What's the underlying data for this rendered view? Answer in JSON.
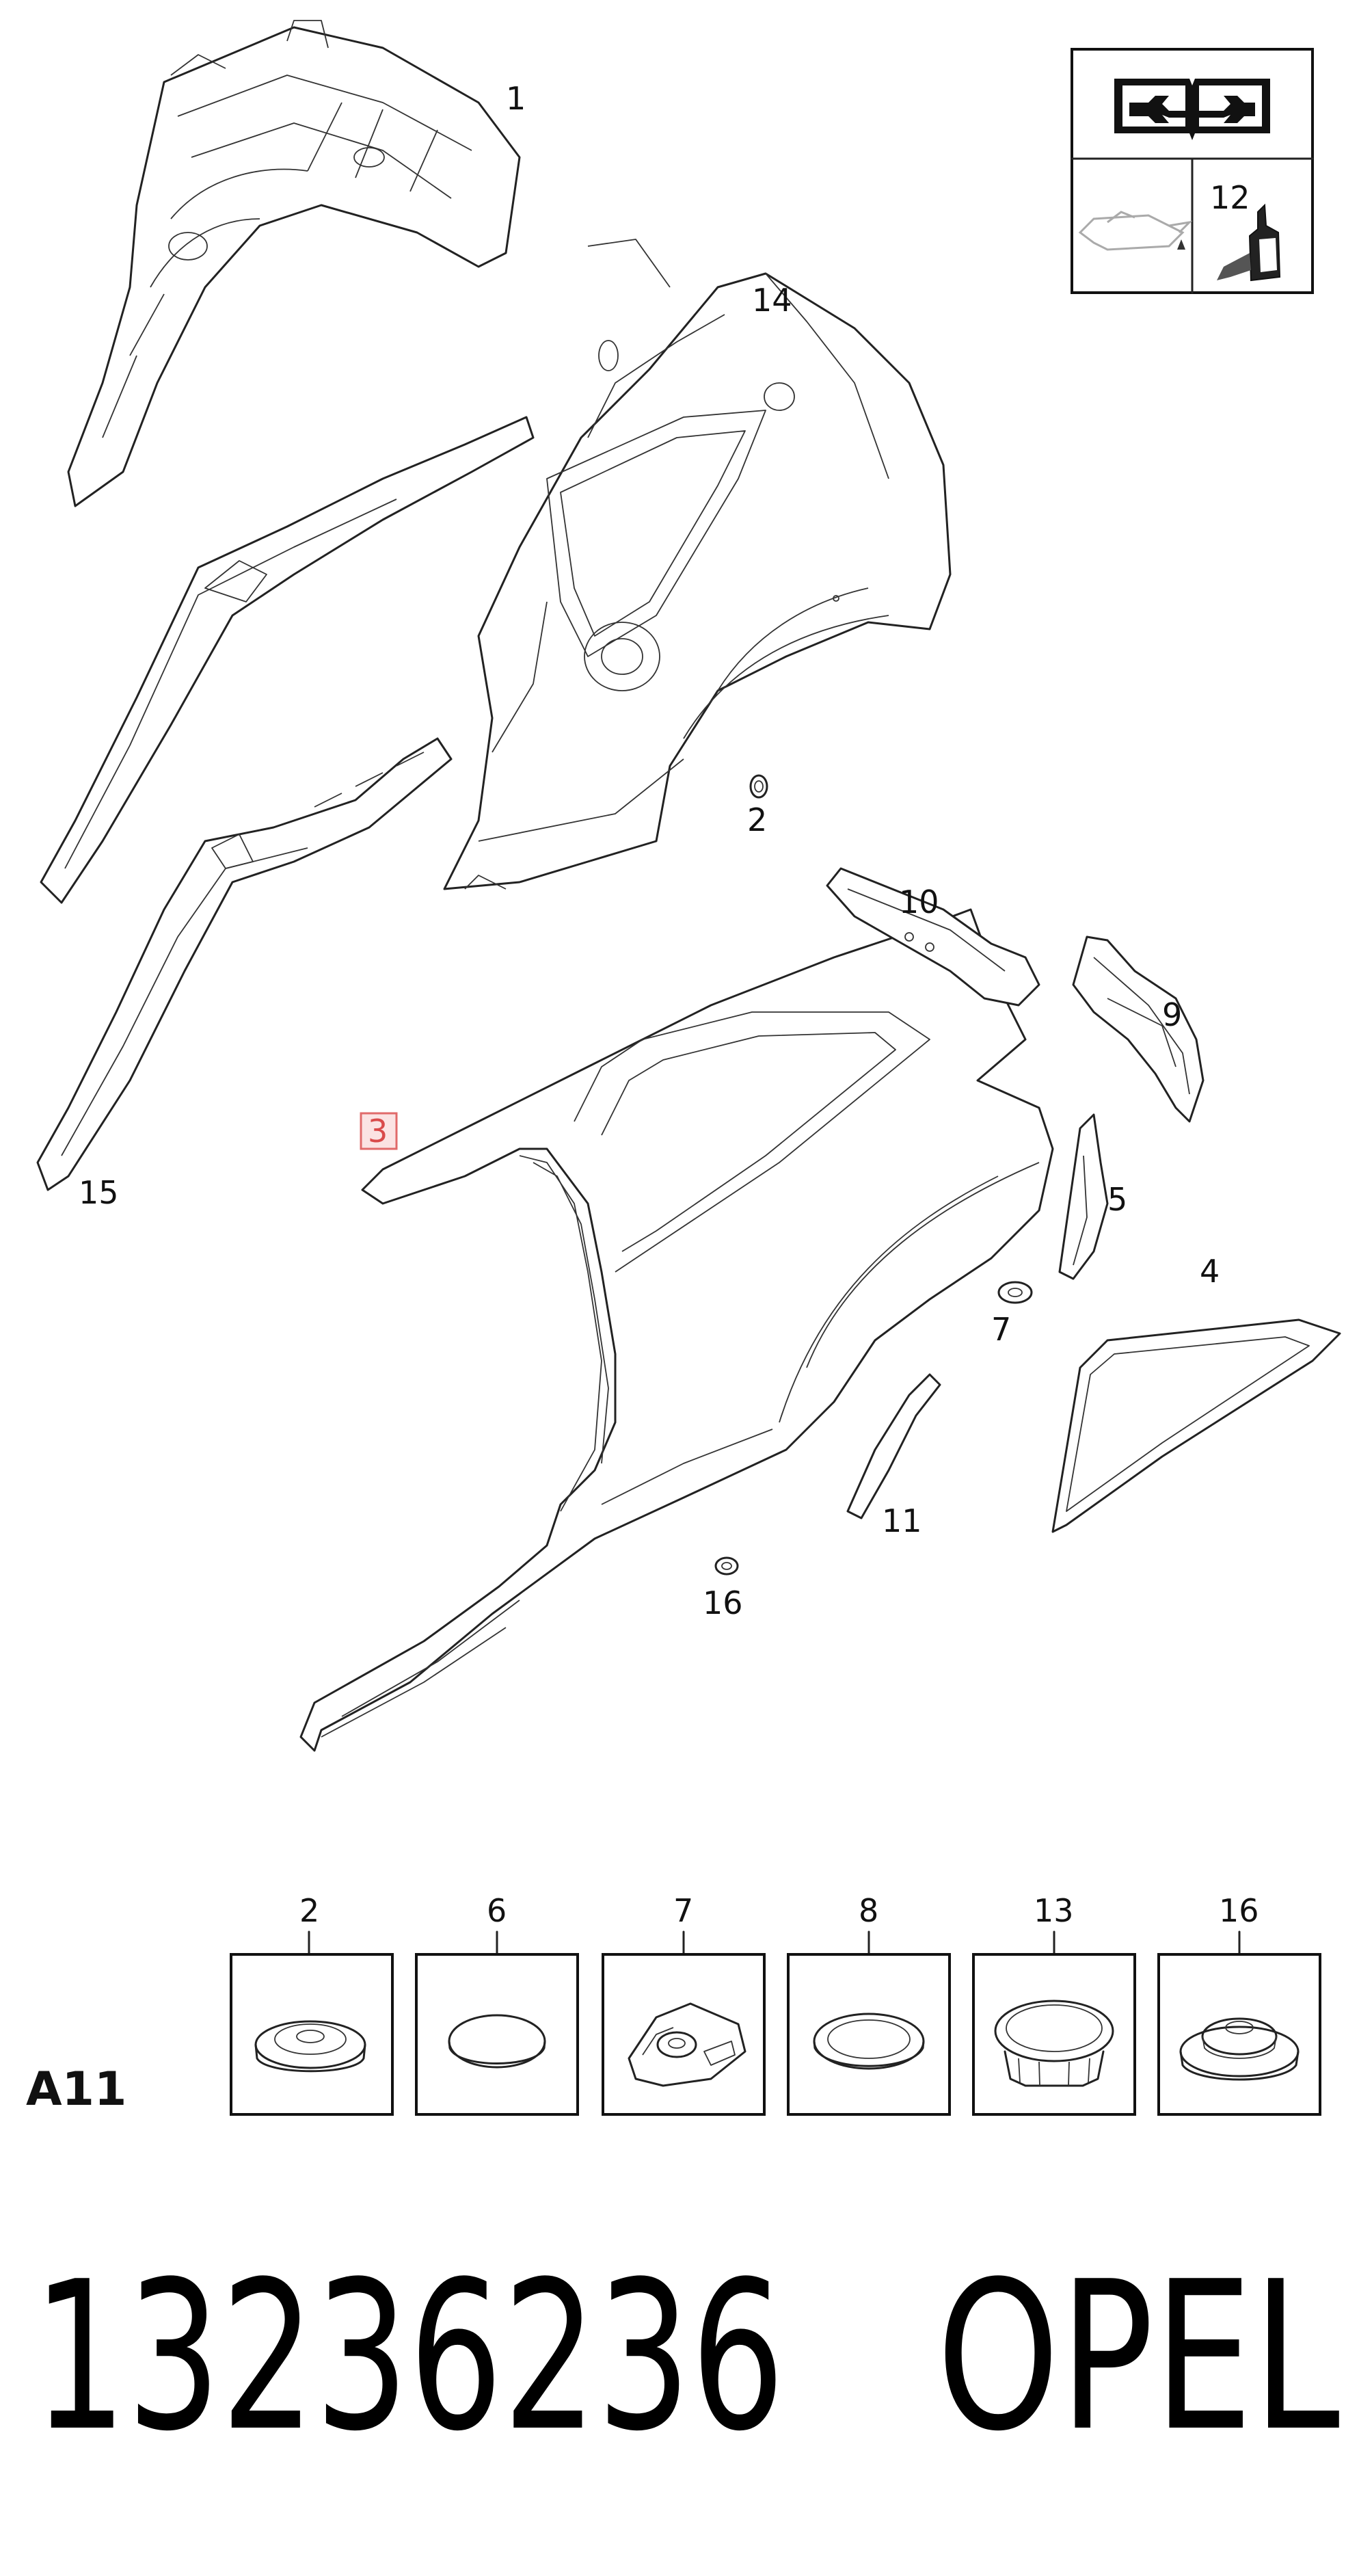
{
  "diagram_code": "A11",
  "part_number": "13236236",
  "brand": "OPEL",
  "highlighted_callout": "3",
  "callouts": {
    "c1": "1",
    "c2": "2",
    "c3": "3",
    "c4": "4",
    "c5": "5",
    "c7": "7",
    "c9": "9",
    "c10": "10",
    "c11": "11",
    "c14": "14",
    "c15": "15",
    "c16": "16"
  },
  "legend": {
    "manual_icon": "open-book-wrench-icon",
    "oil_can_icon": "oil-can-icon",
    "adhesive_icon": "adhesive-bottle-icon",
    "adhesive_label": "12"
  },
  "fastener_strip": [
    {
      "label": "2",
      "icon": "grommet-plug-icon"
    },
    {
      "label": "6",
      "icon": "flat-cap-plug-icon"
    },
    {
      "label": "7",
      "icon": "mounting-clip-icon"
    },
    {
      "label": "8",
      "icon": "oval-plug-icon"
    },
    {
      "label": "13",
      "icon": "push-in-plug-icon"
    },
    {
      "label": "16",
      "icon": "stepped-grommet-icon"
    }
  ]
}
